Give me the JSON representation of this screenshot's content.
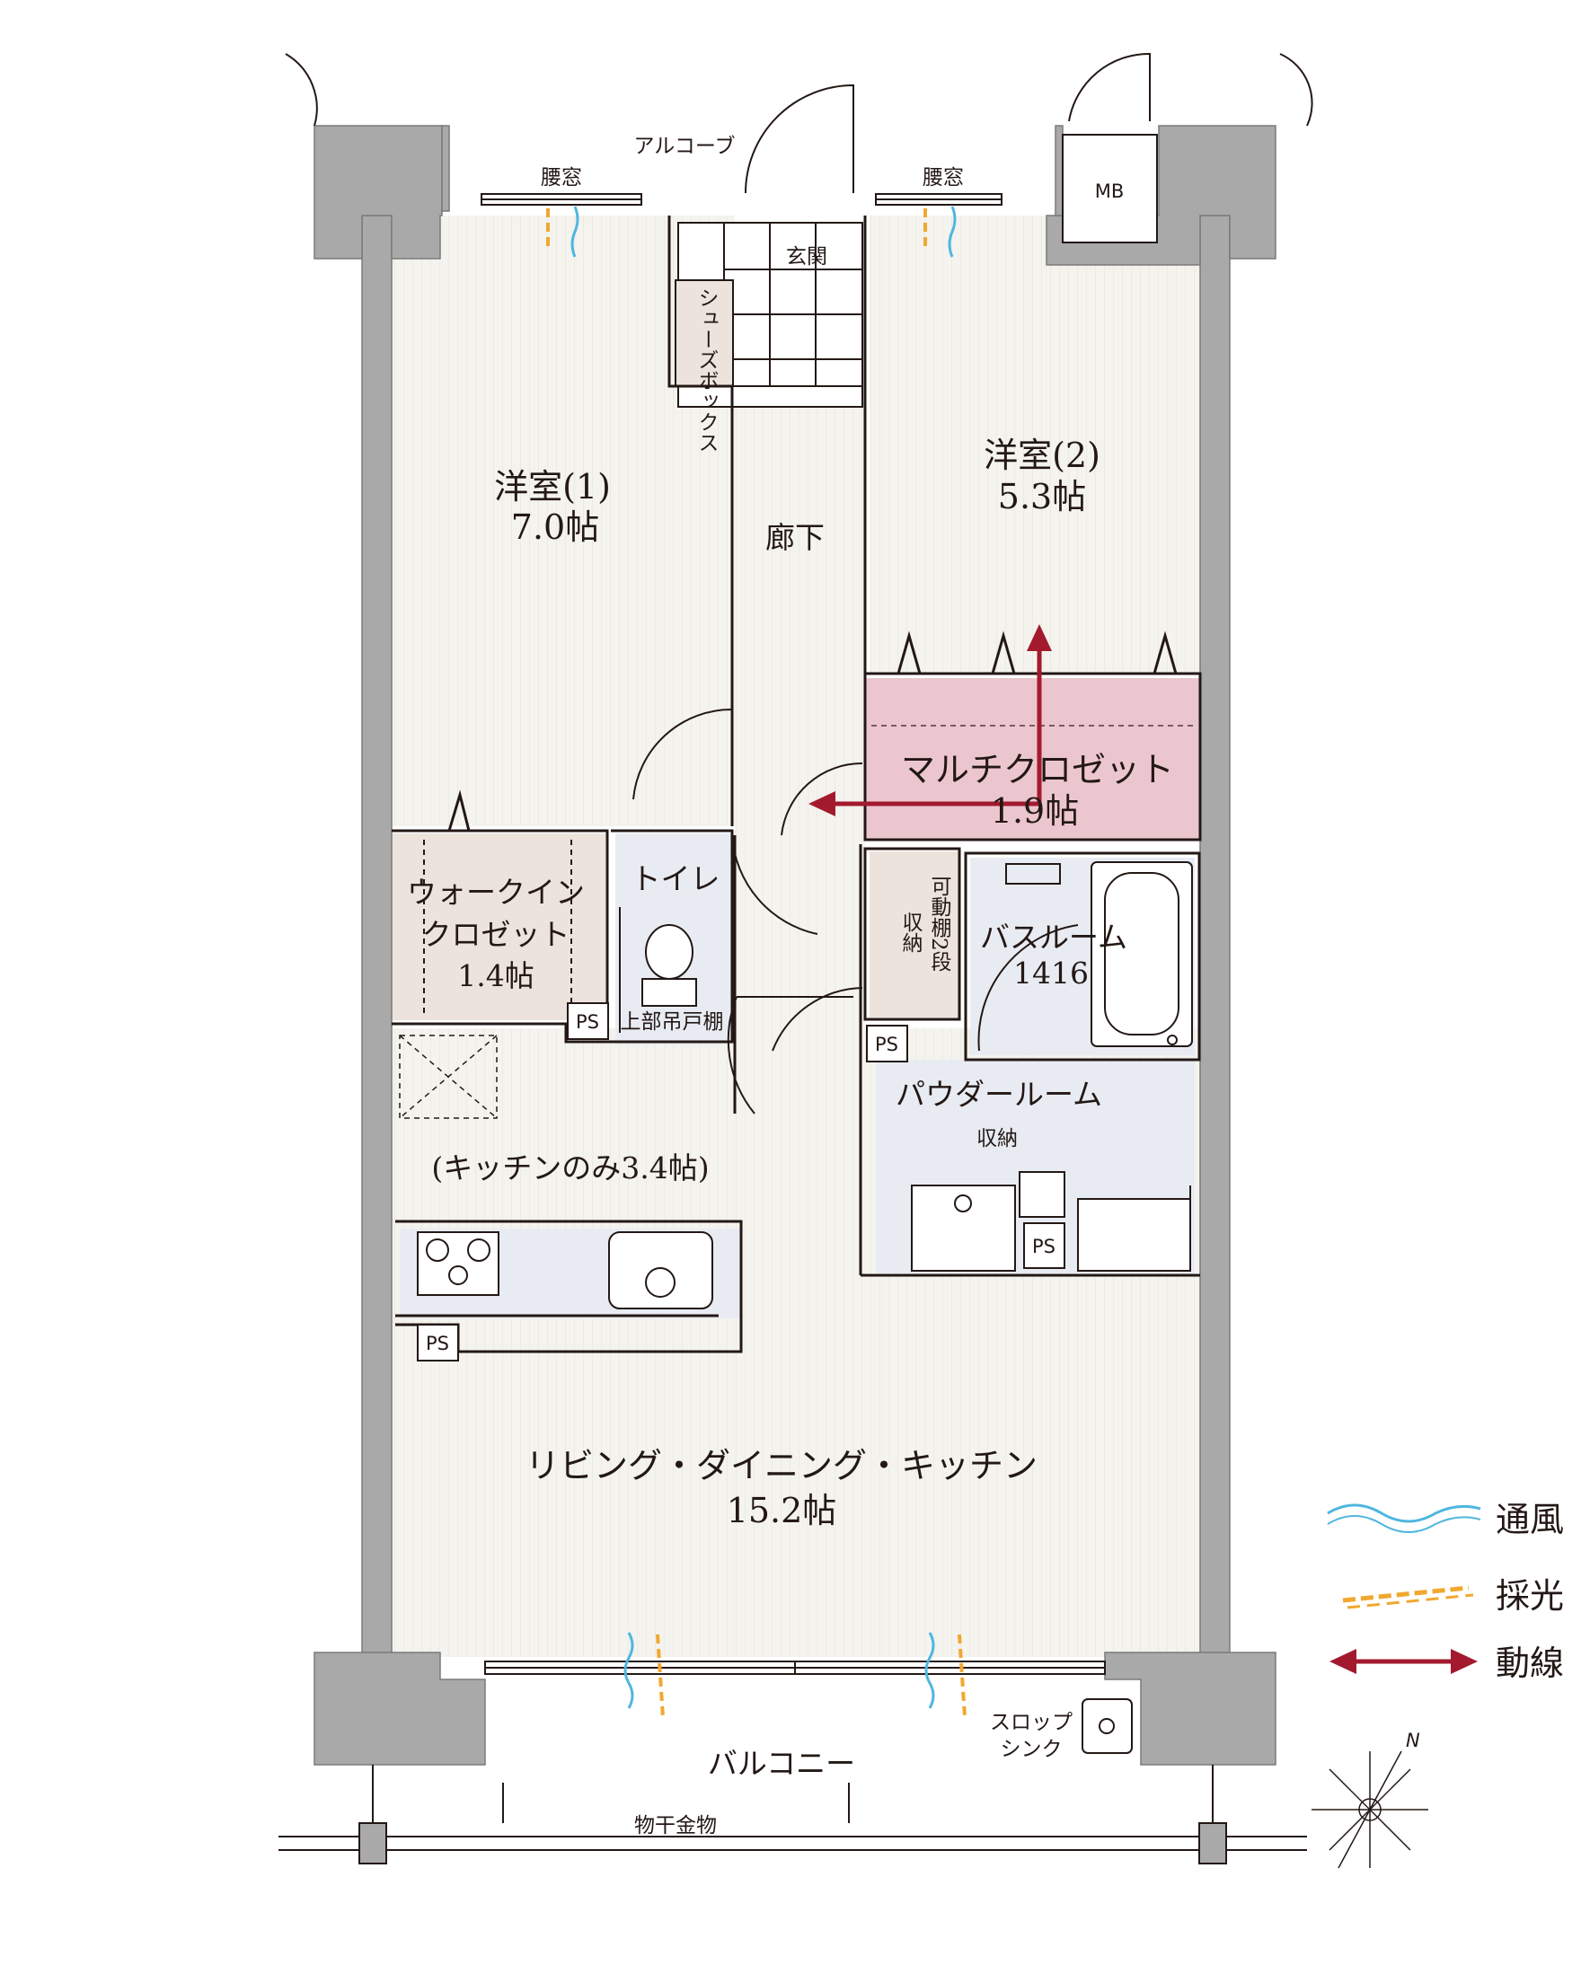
{
  "rooms": {
    "alcove": "アルコーブ",
    "koshimado_left": "腰窓",
    "koshimado_right": "腰窓",
    "mb": "MB",
    "genkan": "玄関",
    "shoe_box": "シューズボックス",
    "western1_name": "洋室(1)",
    "western1_size": "7.0帖",
    "western2_name": "洋室(2)",
    "western2_size": "5.3帖",
    "corridor": "廊下",
    "multi_closet_name": "マルチクロゼット",
    "multi_closet_size": "1.9帖",
    "wic_line1": "ウォークイン",
    "wic_line2": "クロゼット",
    "wic_size": "1.4帖",
    "toilet": "トイレ",
    "upper_shelf": "上部吊戸棚",
    "adjustable_shelf": "可動棚2段",
    "storage_vertical": "収納",
    "bathroom_name": "バスルーム",
    "bathroom_size": "1416",
    "powder_room": "パウダールーム",
    "storage": "収納",
    "kitchen_only": "(キッチンのみ3.4帖)",
    "ldk_name": "リビング・ダイニング・キッチン",
    "ldk_size": "15.2帖",
    "balcony": "バルコニー",
    "laundry_pole": "物干金物",
    "slop_sink_line1": "スロップ",
    "slop_sink_line2": "シンク",
    "ps": "PS",
    "north": "N"
  },
  "legend": [
    {
      "label": "通風",
      "icon": "ventilation-wave-icon",
      "color": "#4fb6e0"
    },
    {
      "label": "採光",
      "icon": "lighting-dash-icon",
      "color": "#f0a830"
    },
    {
      "label": "動線",
      "icon": "circulation-arrow-icon",
      "color": "#a31a2e"
    }
  ],
  "colors": {
    "wall": "#a9a9a9",
    "wall_dark": "#8e8e8e",
    "floor": "#f3f2ec",
    "closet_pink": "#ecc6cf",
    "wic_beige": "#ece3dc",
    "wet_area": "#e8ecf2",
    "circulation": "#a31a2e",
    "ventilation": "#4fb6e0",
    "lighting": "#f0a830"
  }
}
